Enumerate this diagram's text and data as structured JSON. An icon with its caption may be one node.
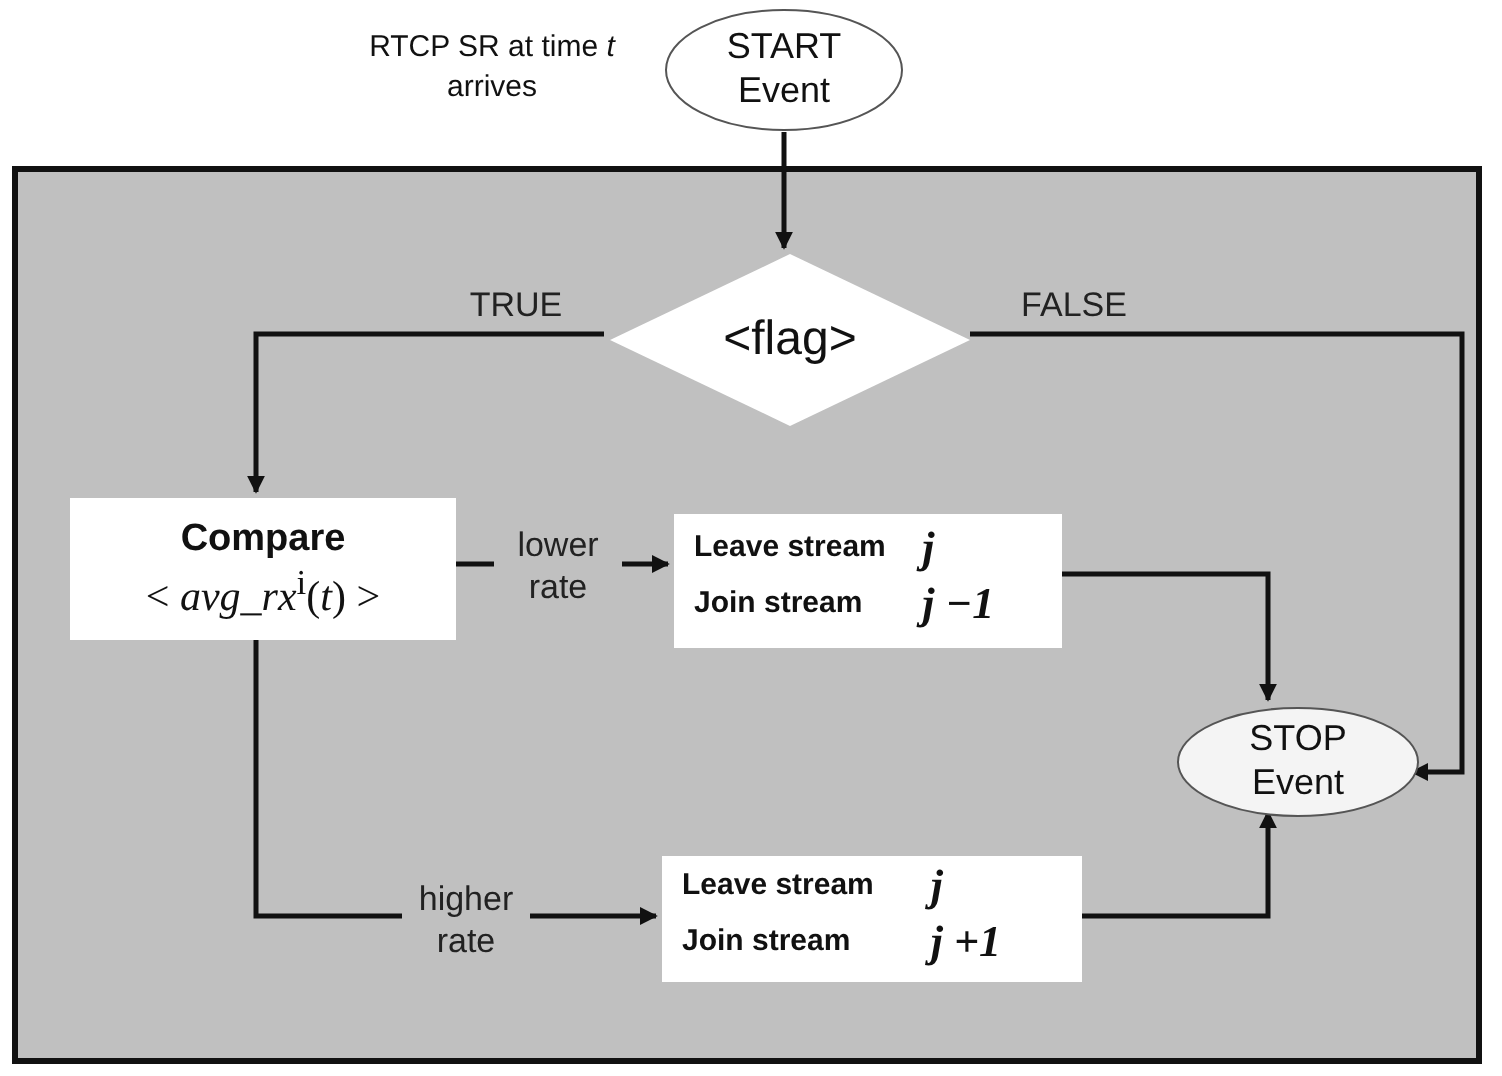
{
  "diagram": {
    "nodes": [
      {
        "text": [
          "START Event"
        ],
        "beside": [
          "RTCP SR at time *t* arrives"
        ]
      },
      {
        "text": [],
        "shape": "box"
      },
      {
        "text": [
          "<flag>"
        ],
        "in": 1
      },
      {
        "text": [
          "Compare",
          "< *avg_rx*$^{i}$(*t*) >"
        ],
        "in": 1
      },
      {
        "text": [
          "Leave stream",
          "j",
          "Join stream",
          "j −1"
        ],
        "in": 1
      },
      {
        "text": [
          "Leave stream",
          "j",
          "Join stream",
          "j +1"
        ],
        "in": 1
      },
      {
        "text": [
          "STOP Event"
        ],
        "in": 1
      }
    ],
    "edges": [
      {
        "from": 0,
        "to": 2,
        "arrow": "to"
      },
      {
        "from": 2,
        "to": 3,
        "arrow": "to",
        "label": "TRUE"
      },
      {
        "from": 2,
        "to": 6,
        "arrow": "to",
        "label": "FALSE"
      },
      {
        "from": 3,
        "to": 4,
        "arrow": "to",
        "label": "lower rate"
      },
      {
        "from": 3,
        "to": 5,
        "arrow": "to",
        "label": "higher rate"
      },
      {
        "from": 4,
        "to": 6,
        "arrow": "to"
      },
      {
        "from": 5,
        "to": 6,
        "arrow": "to"
      }
    ]
  }
}
